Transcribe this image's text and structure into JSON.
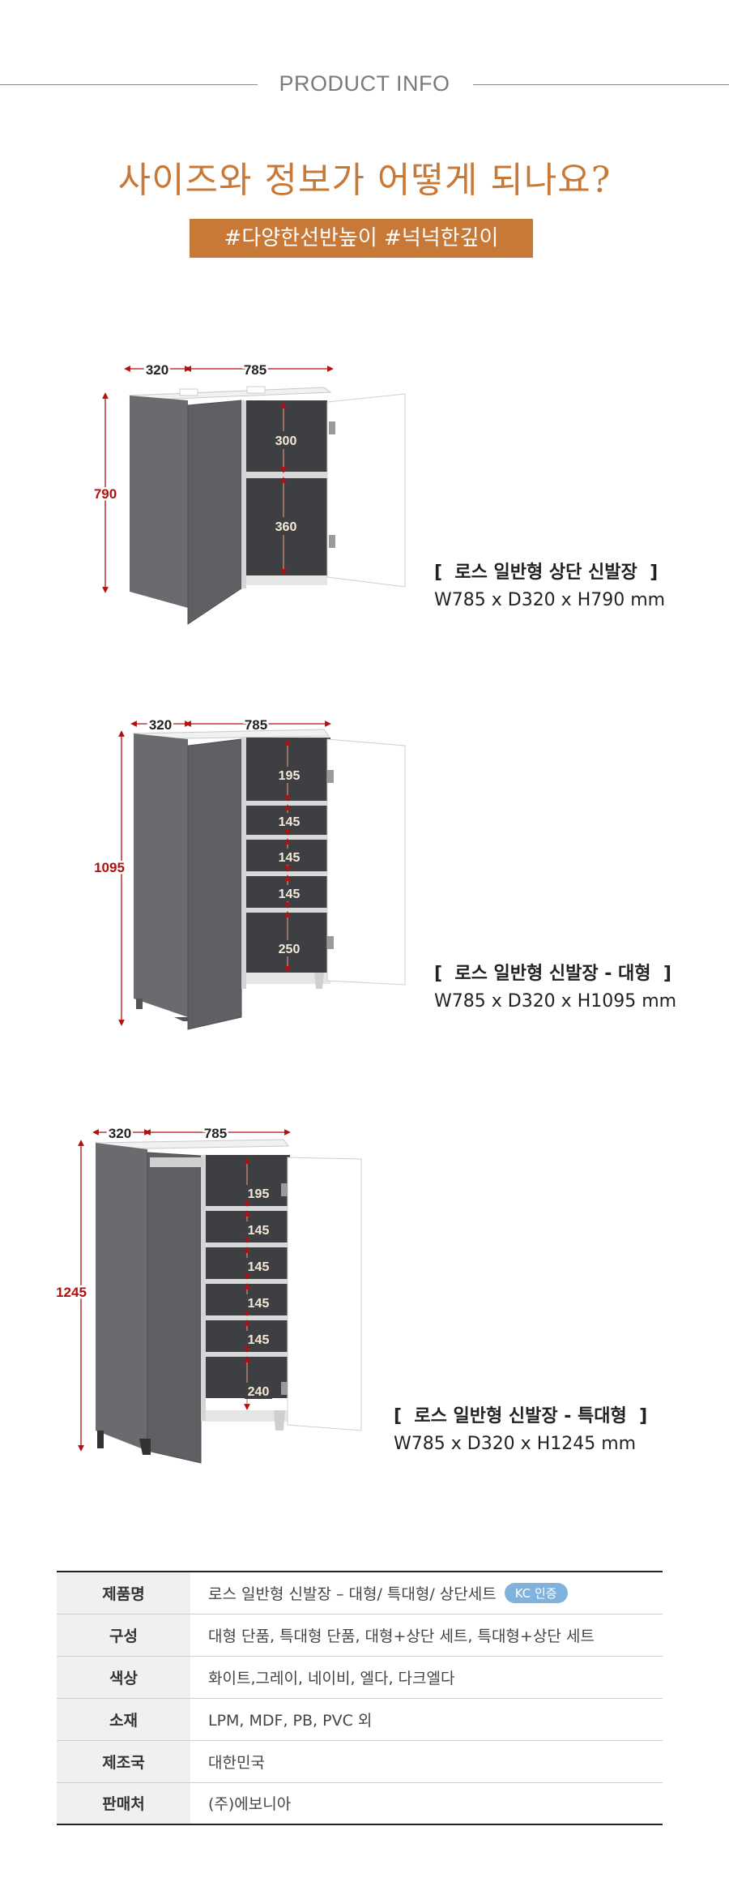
{
  "header": {
    "label": "PRODUCT INFO"
  },
  "headline": "사이즈와 정보가 어떻게 되나요?",
  "tags": "#다양한선반높이   #넉넉한깊이",
  "products": [
    {
      "name": "[  로스 일반형 상단 신발장  ]",
      "dims": "W785 x D320 x H790 mm",
      "width_label": "785",
      "depth_label": "320",
      "height_label": "790",
      "shelf_labels": [
        "300",
        "360"
      ]
    },
    {
      "name": "[  로스 일반형 신발장 - 대형  ]",
      "dims": "W785 x D320 x H1095 mm",
      "width_label": "785",
      "depth_label": "320",
      "height_label": "1095",
      "shelf_labels": [
        "195",
        "145",
        "145",
        "145",
        "250"
      ]
    },
    {
      "name": "[  로스 일반형 신발장 - 특대형  ]",
      "dims": "W785 x D320 x H1245 mm",
      "width_label": "785",
      "depth_label": "320",
      "height_label": "1245",
      "shelf_labels": [
        "195",
        "145",
        "145",
        "145",
        "145",
        "240"
      ]
    }
  ],
  "spec_table": {
    "rows": [
      {
        "label": "제품명",
        "value": "로스 일반형 신발장 – 대형/ 특대형/ 상단세트",
        "badge": "KC 인증"
      },
      {
        "label": "구성",
        "value": "대형 단품, 특대형 단품, 대형+상단 세트, 특대형+상단 세트"
      },
      {
        "label": "색상",
        "value": "화이트,그레이, 네이비, 엘다, 다크엘다"
      },
      {
        "label": "소재",
        "value": "LPM, MDF, PB, PVC 외"
      },
      {
        "label": "제조국",
        "value": "대한민국"
      },
      {
        "label": "판매처",
        "value": "(주)에보니아"
      }
    ]
  },
  "colors": {
    "accent": "#c97937",
    "dimension_red": "#b01010",
    "cabinet_gray": "#5f6063",
    "interior": "#3f4043",
    "badge_blue": "#7fb2dd"
  }
}
